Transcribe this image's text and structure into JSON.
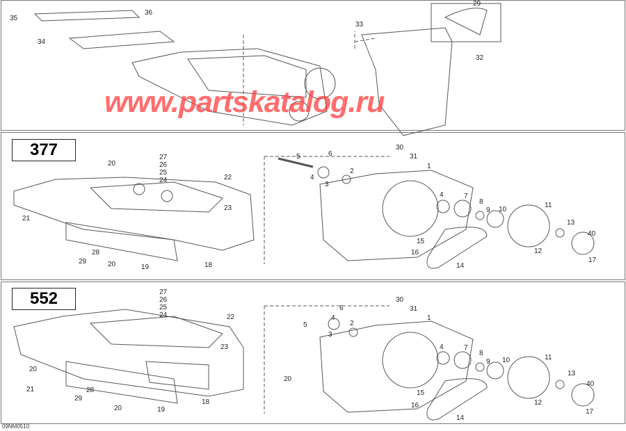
{
  "figure_code": "09NM0510",
  "watermark": "www.partskatalog.ru",
  "panels": [
    {
      "badge": "",
      "labels": [
        "35",
        "36",
        "34",
        "33",
        "29",
        "32"
      ]
    },
    {
      "badge": "377",
      "labels": [
        "20",
        "27",
        "26",
        "25",
        "24",
        "22",
        "23",
        "21",
        "29",
        "28",
        "20",
        "19",
        "18",
        "5",
        "6",
        "30",
        "31",
        "4",
        "2",
        "3",
        "1",
        "4",
        "7",
        "8",
        "9",
        "10",
        "11",
        "13",
        "40",
        "12",
        "17",
        "15",
        "16",
        "14"
      ]
    },
    {
      "badge": "552",
      "labels": [
        "27",
        "26",
        "25",
        "24",
        "22",
        "23",
        "20",
        "21",
        "29",
        "28",
        "20",
        "19",
        "18",
        "20",
        "6",
        "30",
        "31",
        "4",
        "5",
        "2",
        "3",
        "1",
        "4",
        "7",
        "8",
        "9",
        "10",
        "11",
        "13",
        "40",
        "12",
        "17",
        "15",
        "16",
        "14"
      ]
    }
  ],
  "colors": {
    "line": "#555555",
    "watermark": "#ff3c3c"
  }
}
